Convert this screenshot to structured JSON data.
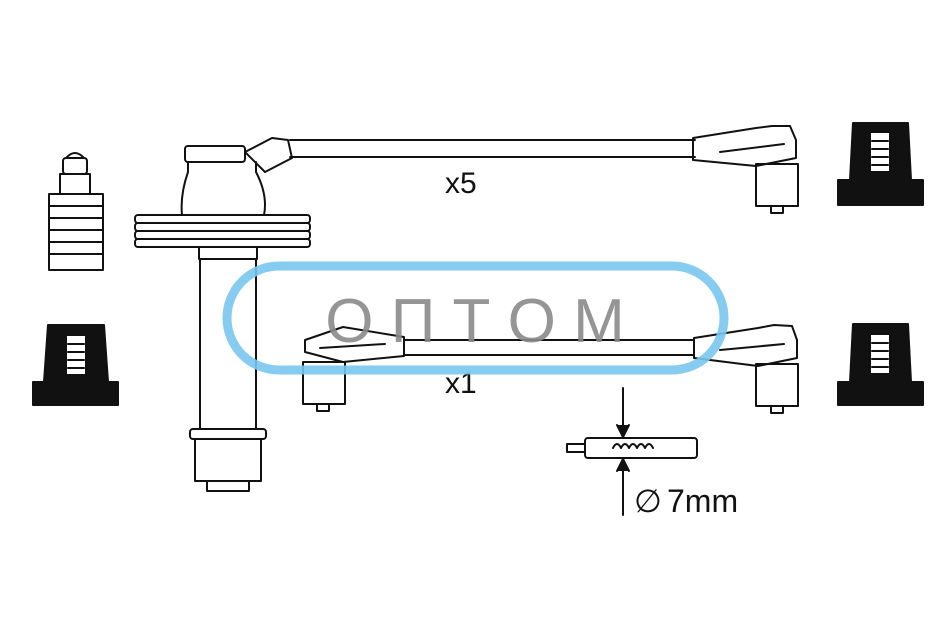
{
  "labels": {
    "qty_top": "x5",
    "qty_bottom": "x1",
    "diameter": "7mm",
    "diameter_symbol": "∅"
  },
  "watermark": {
    "text": "О П Т О М",
    "ring_color": "#79c6f0",
    "text_color": "#8a8a8a"
  },
  "colors": {
    "line": "#111111",
    "boot": "#111111",
    "background": "#ffffff"
  }
}
